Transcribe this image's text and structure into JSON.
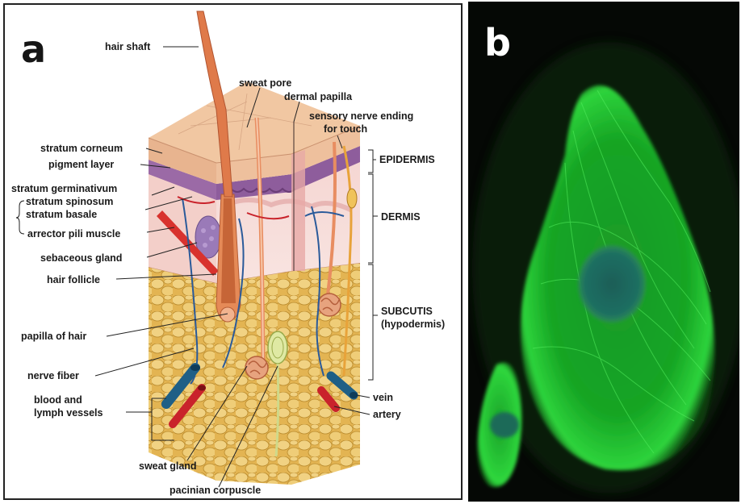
{
  "panel_a": {
    "letter": "a",
    "labels": {
      "hair_shaft": "hair shaft",
      "sweat_pore": "sweat pore",
      "dermal_papilla": "dermal papilla",
      "sensory_nerve_line1": "sensory nerve ending",
      "sensory_nerve_line2": "for touch",
      "stratum_corneum": "stratum corneum",
      "pigment_layer": "pigment layer",
      "stratum_germinativum": "stratum germinativum",
      "stratum_spinosum": "stratum spinosum",
      "stratum_basale": "stratum basale",
      "arrector_pili": "arrector pili muscle",
      "sebaceous_gland": "sebaceous gland",
      "hair_follicle": "hair follicle",
      "papilla_of_hair": "papilla of hair",
      "nerve_fiber": "nerve fiber",
      "blood_lymph_line1": "blood and",
      "blood_lymph_line2": "lymph vessels",
      "sweat_gland": "sweat gland",
      "pacinian_corpuscle": "pacinian corpuscle",
      "vein": "vein",
      "artery": "artery",
      "epidermis": "EPIDERMIS",
      "dermis": "DERMIS",
      "subcutis_line1": "SUBCUTIS",
      "subcutis_line2": "(hypodermis)"
    }
  },
  "panel_b": {
    "letter": "b"
  },
  "colors": {
    "epidermis_surface": "#f1c7a2",
    "epidermis_purple": "#9b6aa6",
    "dermis_pink": "#f4d0cf",
    "fat_yellow": "#e9c468",
    "hair_orange": "#dd7b4a",
    "vein_blue": "#1f5f86",
    "artery_red": "#c9232b",
    "fluorescence_green": "#2bd83a",
    "nucleus_teal": "#1f6f62"
  }
}
